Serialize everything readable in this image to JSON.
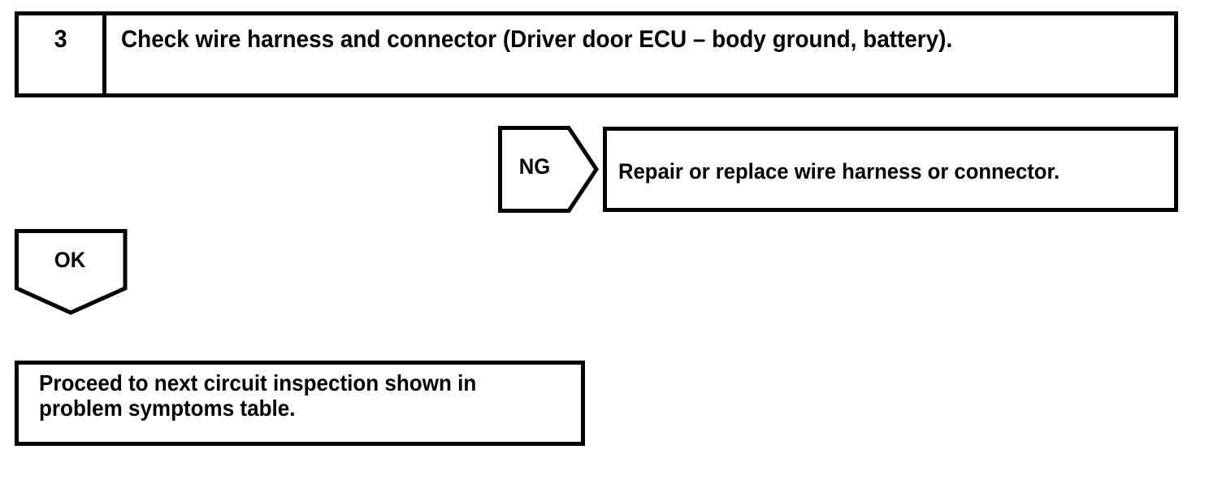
{
  "document": {
    "type": "troubleshooting-flowchart",
    "background_color": "#ffffff",
    "line_color": "#000000",
    "text_color": "#000000"
  },
  "step": {
    "number": "3",
    "instruction": "Check wire harness and connector (Driver door ECU – body ground, battery)."
  },
  "branches": {
    "ng": {
      "connector_label": "NG",
      "connector_shape": "pentagon-arrow-right",
      "result": "Repair or replace wire harness or connector."
    },
    "ok": {
      "connector_label": "OK",
      "connector_shape": "pentagon-arrow-down",
      "result_line_1": "Proceed to next circuit inspection shown in",
      "result_line_2": "problem symptoms table."
    }
  }
}
